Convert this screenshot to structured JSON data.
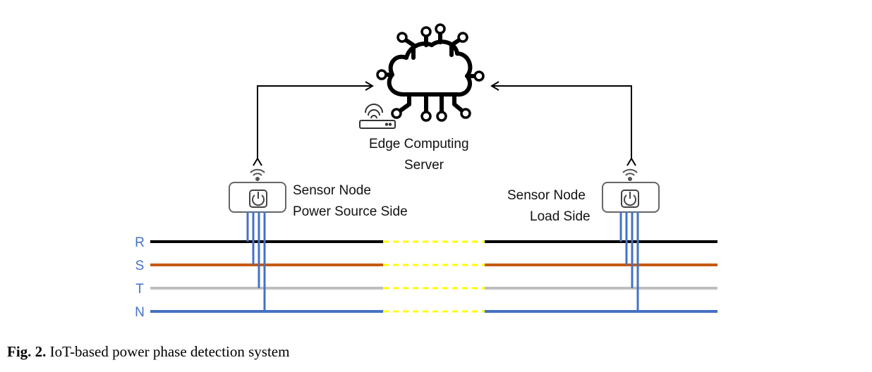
{
  "server": {
    "label_line1": "Edge Computing",
    "label_line2": "Server"
  },
  "nodes": {
    "source": {
      "label_line1": "Sensor Node",
      "label_line2": "Power Source Side"
    },
    "load": {
      "label_line1": "Sensor Node",
      "label_line2": "Load Side"
    }
  },
  "phases": [
    {
      "label": "R",
      "color": "#000000"
    },
    {
      "label": "S",
      "color": "#c55a11"
    },
    {
      "label": "T",
      "color": "#bfbfbf"
    },
    {
      "label": "N",
      "color": "#4472c4"
    }
  ],
  "colors": {
    "phase_label": "#4472c4",
    "gap_dash": "#ffff00",
    "probe": "#4472c4"
  },
  "caption": {
    "label": "Fig. 2.",
    "text": " IoT-based power phase detection system"
  }
}
